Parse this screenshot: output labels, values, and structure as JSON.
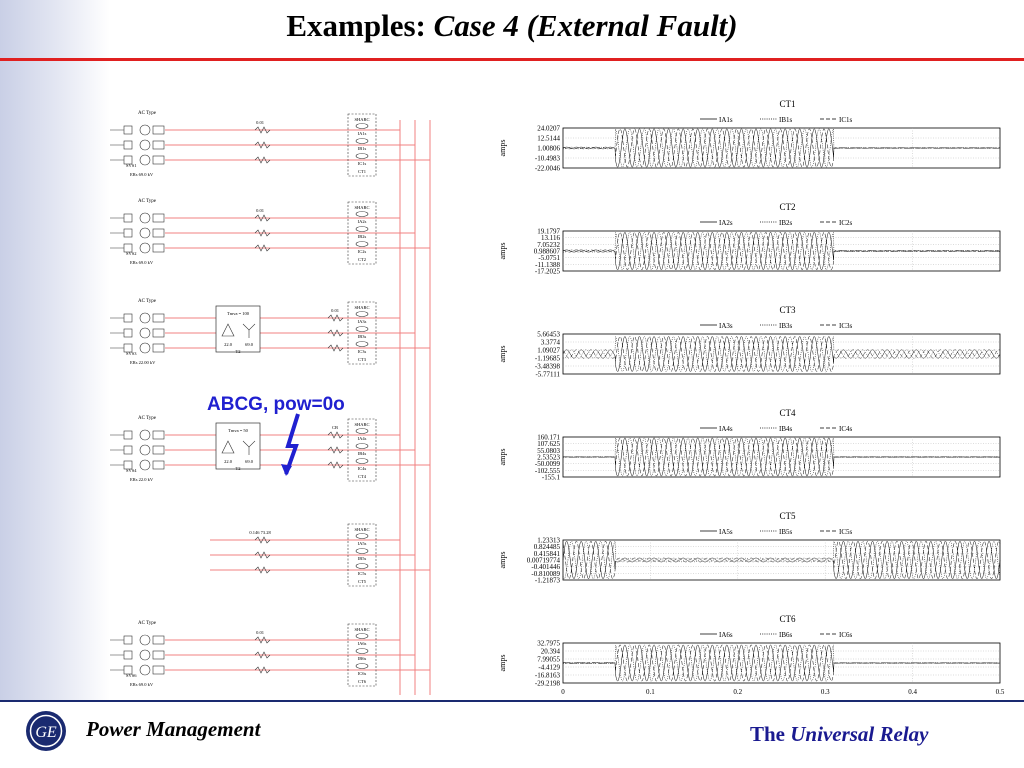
{
  "title": {
    "prefix": "Examples: ",
    "case": "Case 4 (External Fault)"
  },
  "fault_label": "ABCG, pow=0o",
  "footer": {
    "left": "Power Management",
    "right_the": "The ",
    "right_rest": "Universal Relay",
    "logo": "ge-logo"
  },
  "colors": {
    "title_rule": "#e02020",
    "footer_rule": "#1a2a70",
    "fault": "#2020d0",
    "footer_right": "#1a1a90",
    "bus": "#f08080"
  },
  "diagram": {
    "blocks": [
      {
        "header": "AC Type",
        "source_label": "SVS1",
        "rating": "ERs 69.0 kV",
        "sensor": "CT1",
        "meter": "SHARC",
        "channels": [
          "IA1s",
          "IB1s",
          "IC1s"
        ],
        "imp": "0.01"
      },
      {
        "header": "AC Type",
        "source_label": "SVS2",
        "rating": "ERs 69.0 kV",
        "sensor": "CT2",
        "meter": "SHARC",
        "channels": [
          "IA2s",
          "IB2s",
          "IC2s"
        ],
        "imp": "0.01"
      },
      {
        "header": "AC Type",
        "source_label": "SVS3",
        "rating": "ERs 22.00 kV",
        "sensor": "CT3",
        "meter": "SHARC",
        "channels": [
          "IA3s",
          "IB3s",
          "IC3s"
        ],
        "imp": "0.01",
        "xfmr": "Tmva = 100",
        "xfmr_v": [
          "22.0",
          "69.0"
        ],
        "xfmr_id": "T2"
      },
      {
        "header": "AC Type",
        "source_label": "SVS4",
        "rating": "ERs 22.0 kV",
        "sensor": "CT4",
        "meter": "SHARC",
        "channels": [
          "IA4s",
          "IB4s",
          "IC4s"
        ],
        "imp": "CB",
        "xfmr": "Tmva = 50",
        "xfmr_v": [
          "22.0",
          "69.0"
        ],
        "xfmr_id": "T2"
      },
      {
        "header": "",
        "source_label": "",
        "rating": "",
        "sensor": "CT5",
        "meter": "SHARC",
        "channels": [
          "IA5s",
          "IB5s",
          "IC5s"
        ],
        "imp": "0.146 73.28"
      },
      {
        "header": "AC Type",
        "source_label": "SVS6",
        "rating": "ERs 69.0 kV",
        "sensor": "CT6",
        "meter": "SHARC",
        "channels": [
          "IA6s",
          "IB6s",
          "IC6s"
        ],
        "imp": "0.01"
      }
    ]
  },
  "chart_data": [
    {
      "type": "line",
      "title": "CT1",
      "ylabel": "amps",
      "yticks": [
        "24.0207",
        "12.5144",
        "1.00806",
        "-10.4983",
        "-22.0046"
      ],
      "ylim": [
        -22.0046,
        24.0207
      ],
      "xlim": [
        0,
        0.5
      ],
      "series": [
        {
          "name": "IA1s",
          "style": "solid"
        },
        {
          "name": "IB1s",
          "style": "dotted"
        },
        {
          "name": "IC1s",
          "style": "dashed"
        }
      ],
      "pre_fault_amp": 1.0,
      "fault_amp": 22.0,
      "post_fault_amp": 0.4,
      "fault_on": 0.06,
      "fault_off": 0.31
    },
    {
      "type": "line",
      "title": "CT2",
      "ylabel": "amps",
      "yticks": [
        "19.1797",
        "13.116",
        "7.05232",
        "0.988607",
        "-5.0751",
        "-11.1388",
        "-17.2025"
      ],
      "ylim": [
        -17.2025,
        19.1797
      ],
      "xlim": [
        0,
        0.5
      ],
      "series": [
        {
          "name": "IA2s",
          "style": "solid"
        },
        {
          "name": "IB2s",
          "style": "dotted"
        },
        {
          "name": "IC2s",
          "style": "dashed"
        }
      ],
      "pre_fault_amp": 1.0,
      "fault_amp": 17.0,
      "post_fault_amp": 0.6,
      "fault_on": 0.06,
      "fault_off": 0.31
    },
    {
      "type": "line",
      "title": "CT3",
      "ylabel": "amps",
      "yticks": [
        "5.66453",
        "3.3774",
        "1.09027",
        "-1.19685",
        "-3.48398",
        "-5.77111"
      ],
      "ylim": [
        -5.77111,
        5.66453
      ],
      "xlim": [
        0,
        0.5
      ],
      "series": [
        {
          "name": "IA3s",
          "style": "solid"
        },
        {
          "name": "IB3s",
          "style": "dotted"
        },
        {
          "name": "IC3s",
          "style": "dashed"
        }
      ],
      "pre_fault_amp": 1.2,
      "fault_amp": 5.0,
      "post_fault_amp": 1.2,
      "fault_on": 0.06,
      "fault_off": 0.31
    },
    {
      "type": "line",
      "title": "CT4",
      "ylabel": "amps",
      "yticks": [
        "160.171",
        "107.625",
        "55.0803",
        "2.53523",
        "-50.0099",
        "-102.555",
        "-155.1"
      ],
      "ylim": [
        -155.1,
        160.171
      ],
      "xlim": [
        0,
        0.5
      ],
      "series": [
        {
          "name": "IA4s",
          "style": "solid"
        },
        {
          "name": "IB4s",
          "style": "dotted"
        },
        {
          "name": "IC4s",
          "style": "dashed"
        }
      ],
      "pre_fault_amp": 2.0,
      "fault_amp": 150.0,
      "post_fault_amp": 2.0,
      "fault_on": 0.06,
      "fault_off": 0.31
    },
    {
      "type": "line",
      "title": "CT5",
      "ylabel": "amps",
      "yticks": [
        "1.23313",
        "0.824485",
        "0.415841",
        "0.00719774",
        "-0.401446",
        "-0.810089",
        "-1.21873"
      ],
      "ylim": [
        -1.21873,
        1.23313
      ],
      "xlim": [
        0,
        0.5
      ],
      "series": [
        {
          "name": "IA5s",
          "style": "solid"
        },
        {
          "name": "IB5s",
          "style": "dotted"
        },
        {
          "name": "IC5s",
          "style": "dashed"
        }
      ],
      "pre_fault_amp": 1.15,
      "fault_amp": 0.12,
      "post_fault_amp": 1.15,
      "fault_on": 0.06,
      "fault_off": 0.31
    },
    {
      "type": "line",
      "title": "CT6",
      "ylabel": "amps",
      "yticks": [
        "32.7975",
        "20.394",
        "7.99055",
        "-4.4129",
        "-16.8163",
        "-29.2198"
      ],
      "ylim": [
        -29.2198,
        32.7975
      ],
      "xlim": [
        0,
        0.5
      ],
      "xticks": [
        "0",
        "0.1",
        "0.2",
        "0.3",
        "0.4",
        "0.5"
      ],
      "series": [
        {
          "name": "IA6s",
          "style": "solid"
        },
        {
          "name": "IB6s",
          "style": "dotted"
        },
        {
          "name": "IC6s",
          "style": "dashed"
        }
      ],
      "pre_fault_amp": 1.0,
      "fault_amp": 28.0,
      "post_fault_amp": 0.4,
      "fault_on": 0.06,
      "fault_off": 0.31
    }
  ]
}
